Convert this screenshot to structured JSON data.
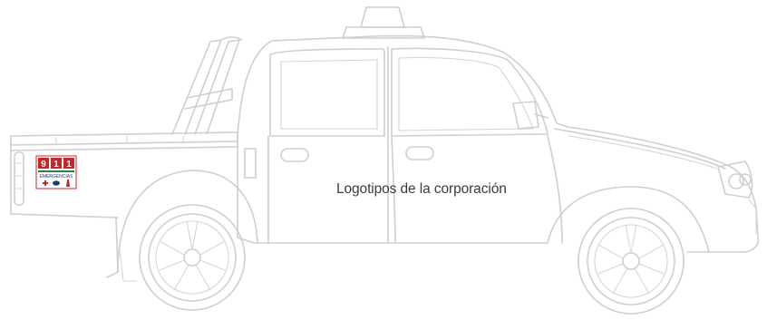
{
  "decal": {
    "digits": [
      "9",
      "1",
      "1"
    ],
    "text": "EMERGENCIAS",
    "colors": {
      "red": "#c8252c",
      "green": "#2e7d3a",
      "navy": "#1f3a6b"
    }
  },
  "label": {
    "text": "Logotipos de la corporación"
  },
  "colors": {
    "outline": "#cfcfcf",
    "text": "#3a3a3a",
    "background": "#ffffff"
  }
}
